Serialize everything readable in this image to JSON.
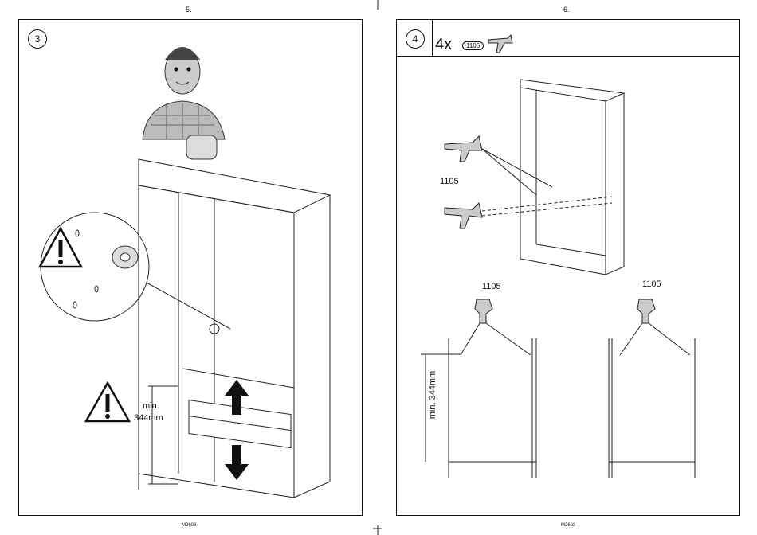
{
  "pages": {
    "left_number": "5.",
    "right_number": "6.",
    "left_code": "M2603",
    "right_code": "M2603"
  },
  "step3": {
    "number": "3",
    "min_label": "min.",
    "min_value": "344mm",
    "icons": [
      "warning-icon",
      "arrow-up-icon",
      "arrow-down-icon",
      "figure-illustration"
    ]
  },
  "step4": {
    "number": "4",
    "quantity": "4x",
    "part_code": "1105",
    "part_label_upper": "1105",
    "part_label_mid_left": "1105",
    "part_label_mid_right": "1105",
    "min_vertical": "min. 344mm"
  }
}
